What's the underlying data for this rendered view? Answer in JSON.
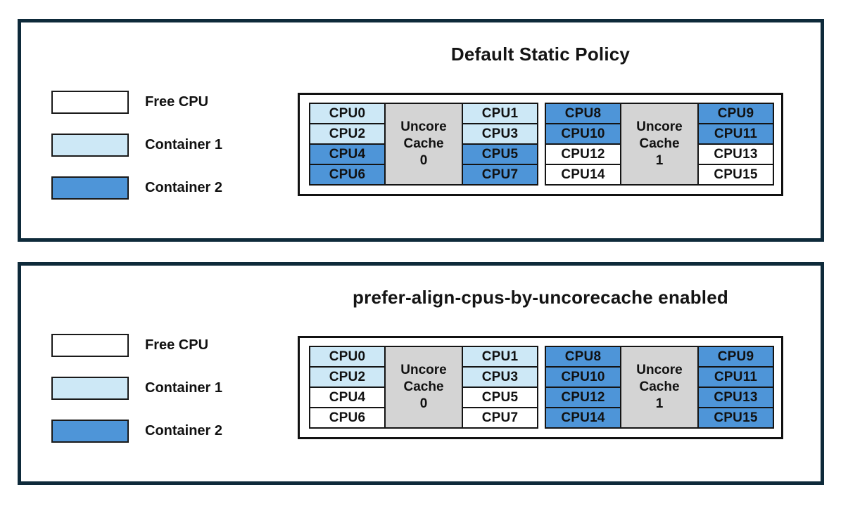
{
  "colors": {
    "free": "#ffffff",
    "container1": "#cde8f6",
    "container2": "#4e95d8",
    "uncore_bg": "#d4d4d4",
    "cell_border": "#141414",
    "panel_border": "#0e2a3a"
  },
  "legend": {
    "items": [
      {
        "label": "Free CPU",
        "color": "#ffffff"
      },
      {
        "label": "Container 1",
        "color": "#cde8f6"
      },
      {
        "label": "Container 2",
        "color": "#4e95d8"
      }
    ]
  },
  "panels": [
    {
      "title": "Default Static Policy",
      "caches": [
        {
          "label_lines": [
            "Uncore",
            "Cache",
            "0"
          ],
          "left": [
            {
              "label": "CPU0",
              "container": "container1",
              "color": "#cde8f6"
            },
            {
              "label": "CPU2",
              "container": "container1",
              "color": "#cde8f6"
            },
            {
              "label": "CPU4",
              "container": "container2",
              "color": "#4e95d8"
            },
            {
              "label": "CPU6",
              "container": "container2",
              "color": "#4e95d8"
            }
          ],
          "right": [
            {
              "label": "CPU1",
              "container": "container1",
              "color": "#cde8f6"
            },
            {
              "label": "CPU3",
              "container": "container1",
              "color": "#cde8f6"
            },
            {
              "label": "CPU5",
              "container": "container2",
              "color": "#4e95d8"
            },
            {
              "label": "CPU7",
              "container": "container2",
              "color": "#4e95d8"
            }
          ]
        },
        {
          "label_lines": [
            "Uncore",
            "Cache",
            "1"
          ],
          "left": [
            {
              "label": "CPU8",
              "container": "container2",
              "color": "#4e95d8"
            },
            {
              "label": "CPU10",
              "container": "container2",
              "color": "#4e95d8"
            },
            {
              "label": "CPU12",
              "container": "free",
              "color": "#ffffff"
            },
            {
              "label": "CPU14",
              "container": "free",
              "color": "#ffffff"
            }
          ],
          "right": [
            {
              "label": "CPU9",
              "container": "container2",
              "color": "#4e95d8"
            },
            {
              "label": "CPU11",
              "container": "container2",
              "color": "#4e95d8"
            },
            {
              "label": "CPU13",
              "container": "free",
              "color": "#ffffff"
            },
            {
              "label": "CPU15",
              "container": "free",
              "color": "#ffffff"
            }
          ]
        }
      ]
    },
    {
      "title": "prefer-align-cpus-by-uncorecache enabled",
      "caches": [
        {
          "label_lines": [
            "Uncore",
            "Cache",
            "0"
          ],
          "left": [
            {
              "label": "CPU0",
              "container": "container1",
              "color": "#cde8f6"
            },
            {
              "label": "CPU2",
              "container": "container1",
              "color": "#cde8f6"
            },
            {
              "label": "CPU4",
              "container": "free",
              "color": "#ffffff"
            },
            {
              "label": "CPU6",
              "container": "free",
              "color": "#ffffff"
            }
          ],
          "right": [
            {
              "label": "CPU1",
              "container": "container1",
              "color": "#cde8f6"
            },
            {
              "label": "CPU3",
              "container": "container1",
              "color": "#cde8f6"
            },
            {
              "label": "CPU5",
              "container": "free",
              "color": "#ffffff"
            },
            {
              "label": "CPU7",
              "container": "free",
              "color": "#ffffff"
            }
          ]
        },
        {
          "label_lines": [
            "Uncore",
            "Cache",
            "1"
          ],
          "left": [
            {
              "label": "CPU8",
              "container": "container2",
              "color": "#4e95d8"
            },
            {
              "label": "CPU10",
              "container": "container2",
              "color": "#4e95d8"
            },
            {
              "label": "CPU12",
              "container": "container2",
              "color": "#4e95d8"
            },
            {
              "label": "CPU14",
              "container": "container2",
              "color": "#4e95d8"
            }
          ],
          "right": [
            {
              "label": "CPU9",
              "container": "container2",
              "color": "#4e95d8"
            },
            {
              "label": "CPU11",
              "container": "container2",
              "color": "#4e95d8"
            },
            {
              "label": "CPU13",
              "container": "container2",
              "color": "#4e95d8"
            },
            {
              "label": "CPU15",
              "container": "container2",
              "color": "#4e95d8"
            }
          ]
        }
      ]
    }
  ]
}
